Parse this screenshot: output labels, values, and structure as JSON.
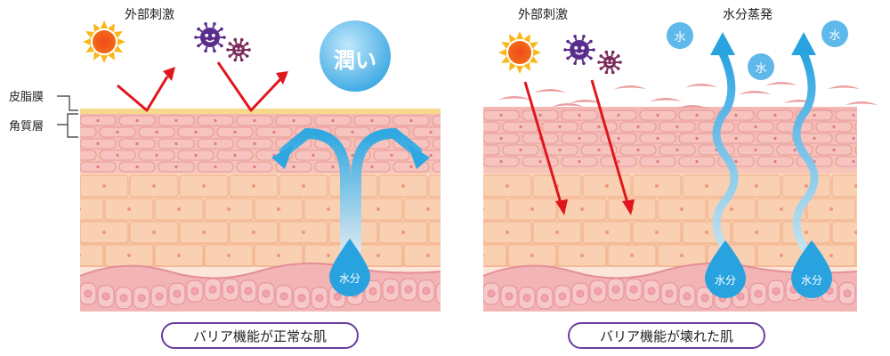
{
  "labels": {
    "sebum_membrane": "皮脂膜",
    "stratum_corneum": "角質層",
    "left_stimulus": "外部刺激",
    "right_stimulus": "外部刺激",
    "moisture_badge": "潤い",
    "water_evaporation": "水分蒸発",
    "water_drop": "水分",
    "water_bubble": "水",
    "caption_left": "バリア機能が正常な肌",
    "caption_right": "バリア機能が壊れた肌"
  },
  "colors": {
    "sebum": "#f6d98c",
    "corneum_pink": "#f2b2b0",
    "cell_orange": "#f9cba6",
    "basal_pink": "#f0a6ad",
    "arrow_red": "#e0161e",
    "water_blue": "#29a3e0",
    "caption_border": "#6a3fa0"
  },
  "icons": {
    "sun": "sun-icon",
    "germ": "germ-icon",
    "drop": "water-drop-icon",
    "bubble": "water-bubble-icon"
  }
}
